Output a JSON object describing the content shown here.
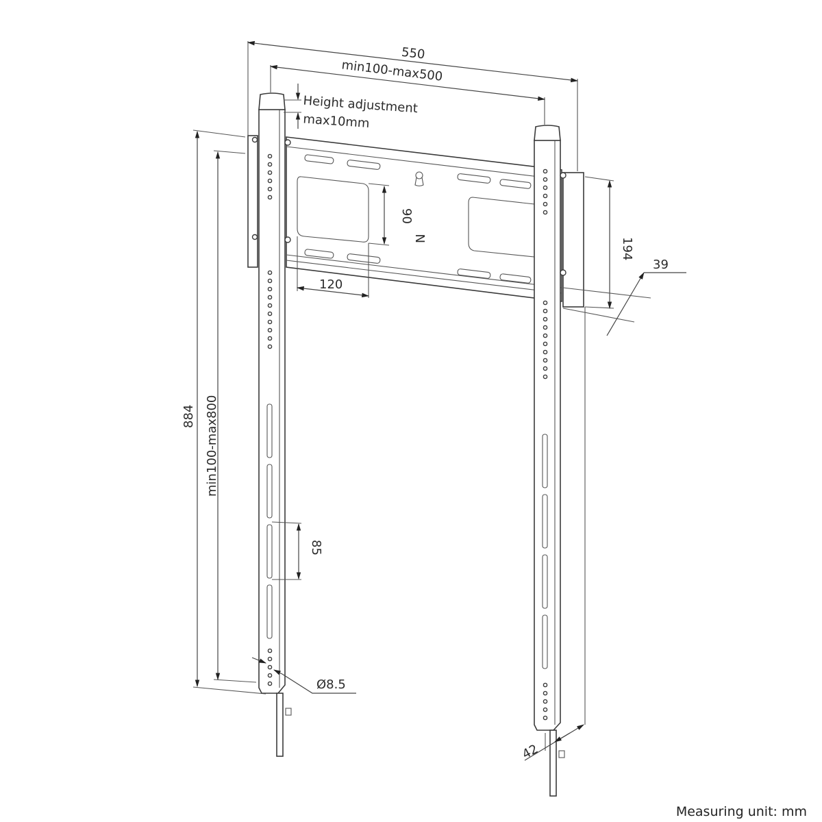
{
  "diagram": {
    "type": "technical-dimension-drawing",
    "subject": "TV wall mount (fixed, two vertical rails on horizontal wall plate)",
    "colors": {
      "line": "#3a3a3a",
      "text": "#2b2b2b",
      "background": "#ffffff"
    },
    "dimensions": {
      "overall_width": "550",
      "vesa_width_range": "min100-max500",
      "height_adjustment_line1": "Height adjustment",
      "height_adjustment_line2": "max10mm",
      "slot_height_plate": "90",
      "slot_width_plate": "120",
      "plate_height": "194",
      "depth": "39",
      "overall_height": "884",
      "vesa_height_range": "min100-max800",
      "rail_slot_pitch": "85",
      "hole_diameter": "Ø8.5",
      "rail_width": "42"
    },
    "footer": {
      "measuring_unit": "Measuring unit: mm"
    }
  }
}
